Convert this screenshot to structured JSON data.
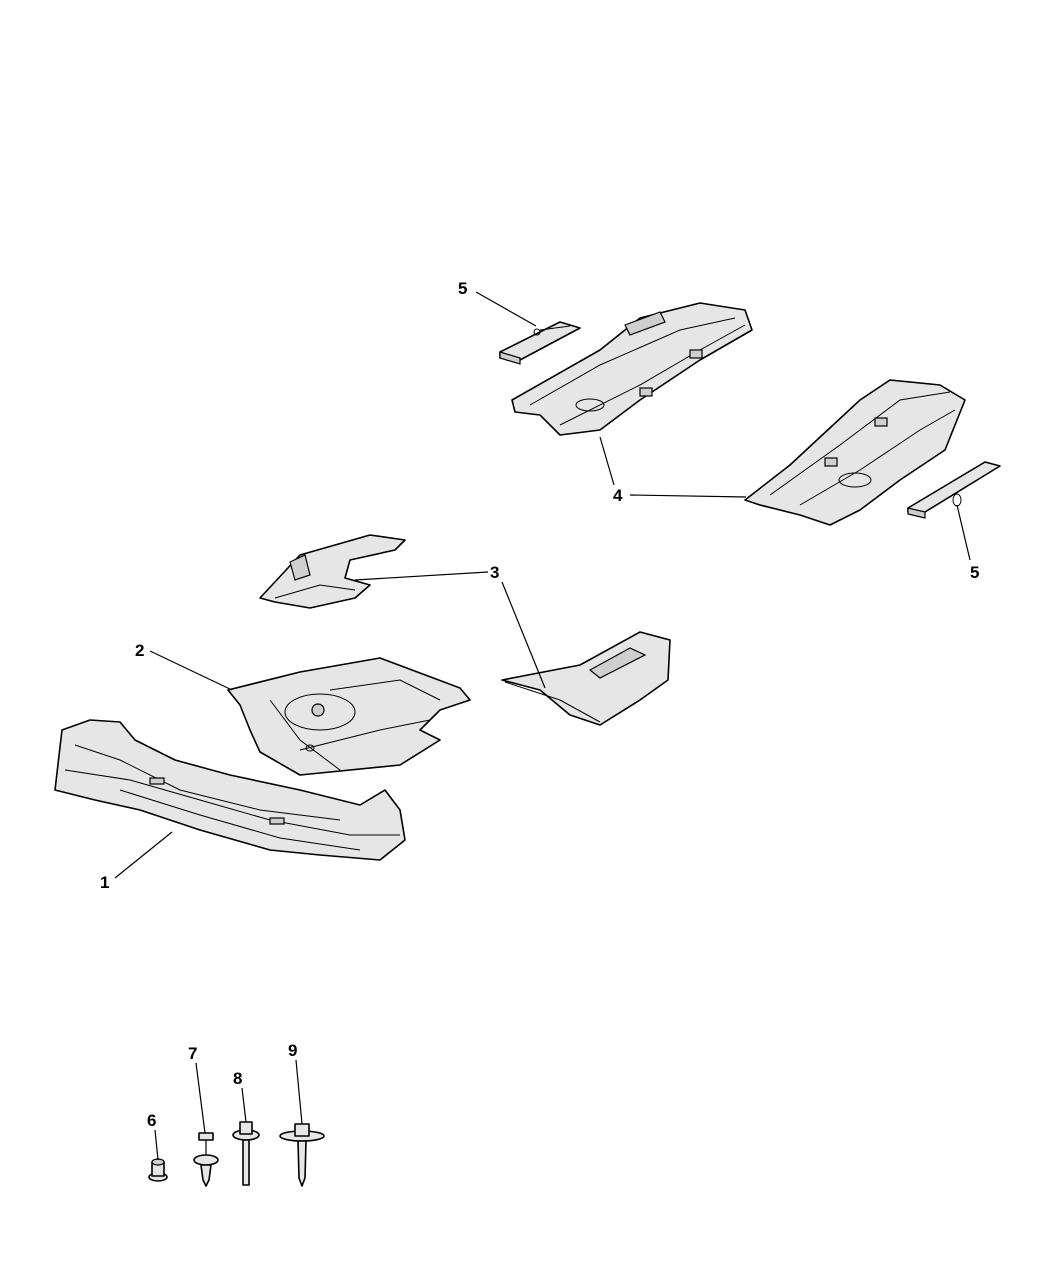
{
  "diagram": {
    "title": "Underbody splash shields and fasteners",
    "callouts": [
      {
        "id": "callout-5-top",
        "label": "5"
      },
      {
        "id": "callout-4",
        "label": "4"
      },
      {
        "id": "callout-5-right",
        "label": "5"
      },
      {
        "id": "callout-3",
        "label": "3"
      },
      {
        "id": "callout-2",
        "label": "2"
      },
      {
        "id": "callout-1",
        "label": "1"
      },
      {
        "id": "callout-6",
        "label": "6"
      },
      {
        "id": "callout-7",
        "label": "7"
      },
      {
        "id": "callout-8",
        "label": "8"
      },
      {
        "id": "callout-9",
        "label": "9"
      }
    ]
  }
}
